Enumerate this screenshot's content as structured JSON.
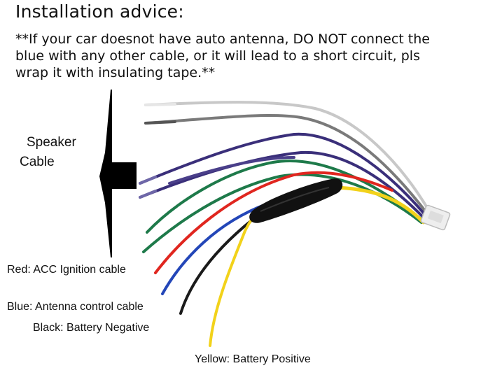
{
  "title": "Installation advice:",
  "note_lines": [
    "**If your car doesnot have auto antenna, DO NOT connect the",
    "blue with any other cable, or it will lead to a short circuit, pls",
    "wrap it with insulating tape.**"
  ],
  "speaker_label": [
    "Speaker",
    "Cable"
  ],
  "labels": {
    "red": "Red: ACC Ignition cable",
    "blue": "Blue: Antenna control cable",
    "black": "Black: Battery Negative",
    "yellow": "Yellow: Battery Positive"
  },
  "colors": {
    "white_wire": "#c8c8c8",
    "grey_wire": "#7a7a7a",
    "purple_wire": "#3a2f7a",
    "green_wire": "#1e7a4a",
    "red_wire": "#e0261f",
    "blue_wire": "#2346b8",
    "black_wire": "#1a1a1a",
    "yellow_wire": "#f2d21a",
    "arrow": "#000000"
  }
}
